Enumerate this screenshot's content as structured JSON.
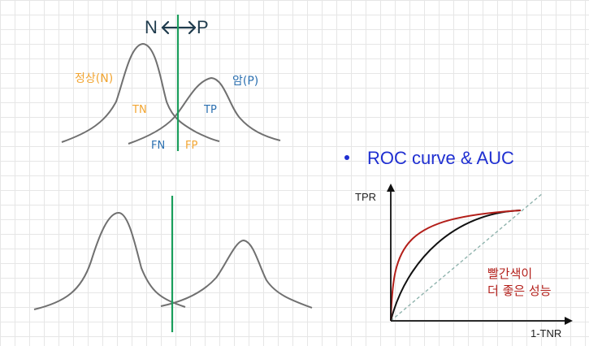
{
  "header": {
    "n_label": "N",
    "p_label": "P"
  },
  "top_diagram": {
    "normal_label": "정상(N)",
    "cancer_label": "암(P)",
    "tn": "TN",
    "tp": "TP",
    "fn": "FN",
    "fp": "FP"
  },
  "roc": {
    "title": "ROC curve & AUC",
    "y_axis_label": "TPR",
    "x_axis_label": "1-TNR",
    "note_line1": "빨간색이",
    "note_line2": "더 좋은 성능"
  },
  "colors": {
    "normal": "#f2a531",
    "positive": "#2a6fb0",
    "threshold": "#1a9e5c",
    "curve": "#707070",
    "roc_good": "#b31f1a",
    "roc_base": "#111111",
    "diagonal": "#8fb3ad",
    "title_blue": "#1f2fd1"
  }
}
